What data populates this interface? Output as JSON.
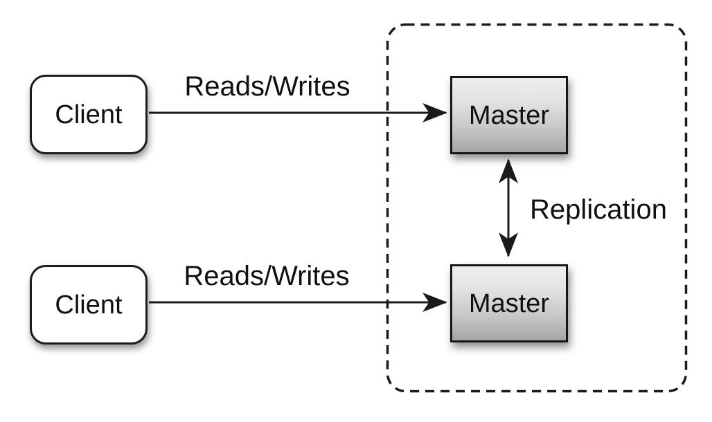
{
  "diagram": {
    "type": "architecture-diagram",
    "topic": "master-master-replication",
    "nodes": [
      {
        "id": "client-top",
        "label": "Client",
        "shape": "rounded-rect",
        "fill": "#ffffff"
      },
      {
        "id": "client-bottom",
        "label": "Client",
        "shape": "rounded-rect",
        "fill": "#ffffff"
      },
      {
        "id": "master-top",
        "label": "Master",
        "shape": "rect",
        "fill_gradient_top": "#efefef",
        "fill_gradient_bottom": "#a6a6a6"
      },
      {
        "id": "master-bottom",
        "label": "Master",
        "shape": "rect",
        "fill_gradient_top": "#efefef",
        "fill_gradient_bottom": "#a6a6a6"
      }
    ],
    "edges": [
      {
        "id": "reads-writes-top",
        "label": "Reads/Writes",
        "from": "client-top",
        "to": "master-top",
        "style": "arrow"
      },
      {
        "id": "reads-writes-bottom",
        "label": "Reads/Writes",
        "from": "client-bottom",
        "to": "master-bottom",
        "style": "arrow"
      },
      {
        "id": "replication",
        "label": "Replication",
        "from": "master-top",
        "to": "master-bottom",
        "style": "double-arrow"
      }
    ],
    "group": {
      "id": "master-cluster",
      "style": "dashed-rounded-rect",
      "contains": [
        "master-top",
        "master-bottom"
      ]
    },
    "colors": {
      "background": "#ffffff",
      "line": "#1a1a1a",
      "text": "#101010",
      "border": "#1c1c1c"
    }
  }
}
